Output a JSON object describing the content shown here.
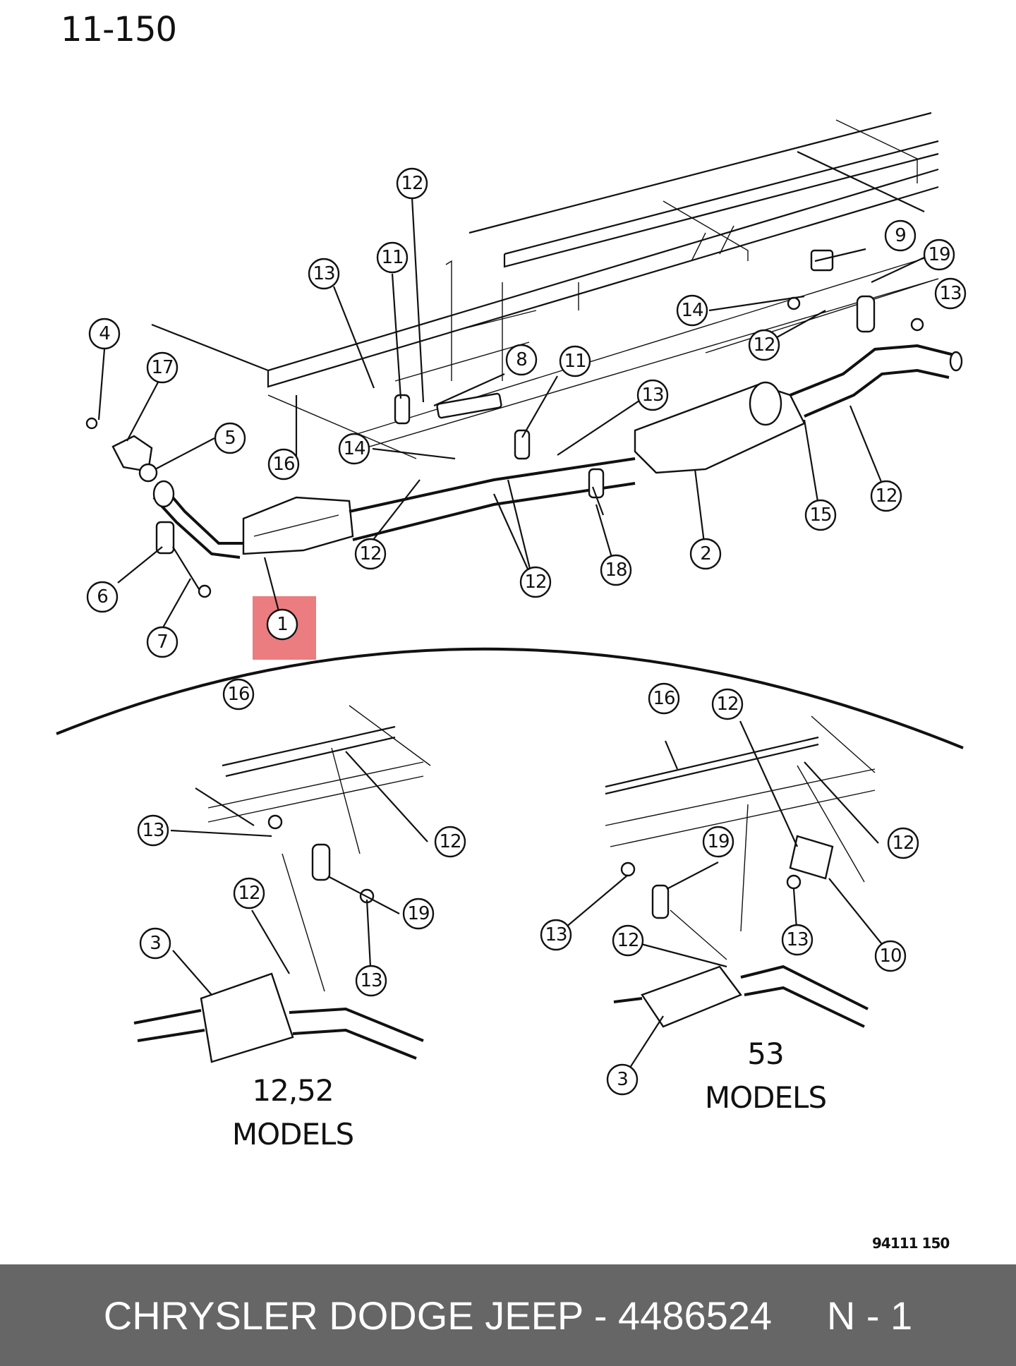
{
  "header": {
    "page_ref": "11-150"
  },
  "callouts": {
    "c1": "1",
    "c2": "2",
    "c4": "4",
    "c5": "5",
    "c6": "6",
    "c7": "7",
    "c8": "8",
    "c9": "9",
    "c11a": "11",
    "c11b": "11",
    "c12a": "12",
    "c12b": "12",
    "c12c": "12",
    "c12d": "12",
    "c12e": "12",
    "c13a": "13",
    "c13b": "13",
    "c14a": "14",
    "c14b": "14",
    "c15": "15",
    "c16": "16",
    "c17": "17",
    "c18": "18",
    "c19": "19",
    "l16": "16",
    "l12a": "12",
    "l13a": "13",
    "l12b": "12",
    "l3": "3",
    "l19": "19",
    "l13b": "13",
    "r16": "16",
    "r12a": "12",
    "r12b": "12",
    "r19": "19",
    "r13a": "13",
    "r13b": "13",
    "r12c": "12",
    "r10": "10",
    "r3": "3"
  },
  "highlight": {
    "callout": "1",
    "color": "#e8666a"
  },
  "insets": {
    "left": {
      "line1": "12,52",
      "line2": "MODELS"
    },
    "right": {
      "line1": "53",
      "line2": "MODELS"
    }
  },
  "figure_code": "94111 150",
  "footer": {
    "text": "CHRYSLER DODGE JEEP - 4486524     N - 1",
    "background": "#666666"
  }
}
